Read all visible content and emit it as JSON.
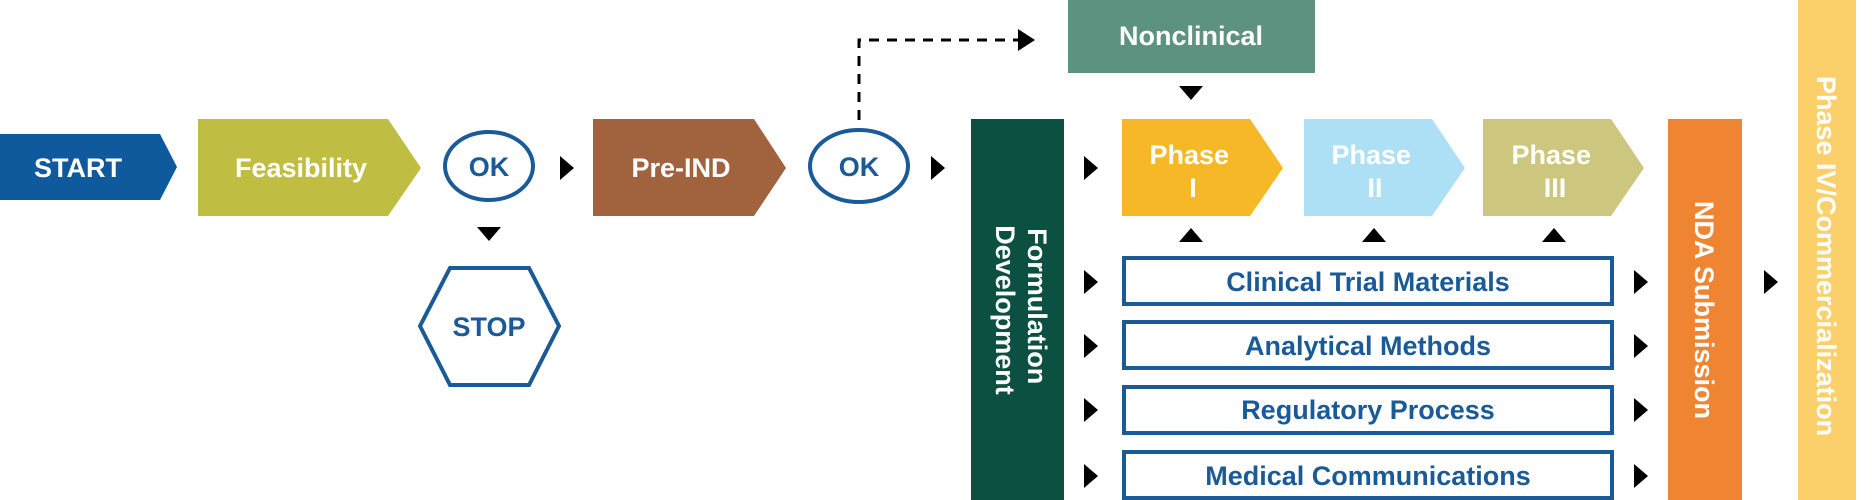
{
  "colors": {
    "start": "#0f5a9c",
    "feasibility": "#bfbe43",
    "pre_ind": "#a0633d",
    "ok_border": "#1a5a96",
    "stop_border": "#1a5a96",
    "nonclinical": "#5d9281",
    "formulation": "#0b5040",
    "phase_1": "#f6b827",
    "phase_2": "#ade0f5",
    "phase_3": "#cdc67f",
    "support_border": "#1a5a96",
    "nda": "#ef8433",
    "phase_4": "#fbd06a",
    "arrow": "#000000",
    "text_light": "#ffffff",
    "text_dark": "#1a5a96"
  },
  "flow": {
    "start": "START",
    "feasibility": "Feasibility",
    "ok_1": "OK",
    "stop": "STOP",
    "pre_ind": "Pre-IND",
    "ok_2": "OK",
    "nonclinical": "Nonclinical",
    "formulation_line1": "Formulation",
    "formulation_line2": "Development",
    "phases": [
      {
        "line1": "Phase",
        "line2": "I"
      },
      {
        "line1": "Phase",
        "line2": "II"
      },
      {
        "line1": "Phase",
        "line2": "III"
      }
    ],
    "support": [
      "Clinical Trial Materials",
      "Analytical Methods",
      "Regulatory Process",
      "Medical Communications"
    ],
    "nda": "NDA Submission",
    "phase_4": "Phase IV/Commercialization"
  },
  "icons": {
    "arrow": "triangle-arrow-icon",
    "dashed_connector": "dashed-arrow-connector"
  }
}
